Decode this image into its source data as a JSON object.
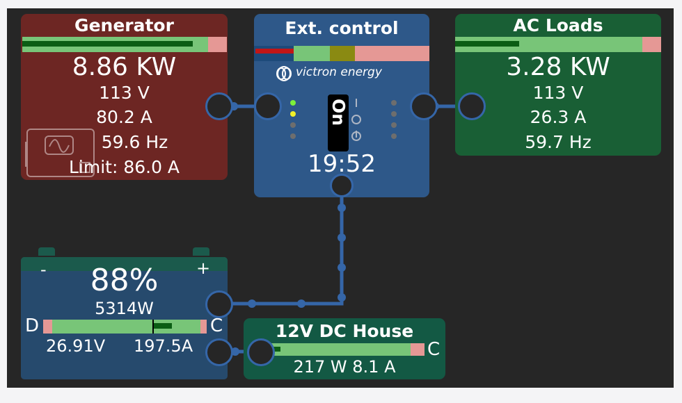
{
  "generator": {
    "title": "Generator",
    "power": "8.86 KW",
    "voltage": "113 V",
    "current": "80.2 A",
    "frequency": "59.6 Hz",
    "limit": "Limit: 86.0 A",
    "load_level": 0.91,
    "icon": "sine-wave-icon"
  },
  "ext_control": {
    "title": "Ext. control",
    "brand": "victron energy",
    "switch_off": "O",
    "switch_on": "n",
    "switch_letter_top": "O",
    "switch_state": "On",
    "time": "19:52"
  },
  "ac_loads": {
    "title": "AC Loads",
    "power": "3.28 KW",
    "voltage": "113 V",
    "current": "26.3 A",
    "frequency": "59.7 Hz",
    "load_level": 0.34
  },
  "battery": {
    "percent": "88%",
    "power": "5314W",
    "voltage": "26.91V",
    "current": "197.5A",
    "minus": "-",
    "plus": "+",
    "discharge_label": "D",
    "charge_label": "C"
  },
  "dc_house": {
    "title": "12V DC House",
    "readout": "217 W 8.1 A",
    "charge_label": "C",
    "load_level": 0.09
  },
  "colors": {
    "generator_bg": "#6d2623",
    "ext_bg": "#2e5889",
    "ac_bg": "#195f35",
    "battery_bg": "#264a6d",
    "battery_top": "#1b5a4c",
    "dc_bg": "#135944",
    "connector": "#3566a8",
    "bar_green": "#78c578",
    "bar_dark": "#0b5d14",
    "bar_red": "#e59895"
  }
}
